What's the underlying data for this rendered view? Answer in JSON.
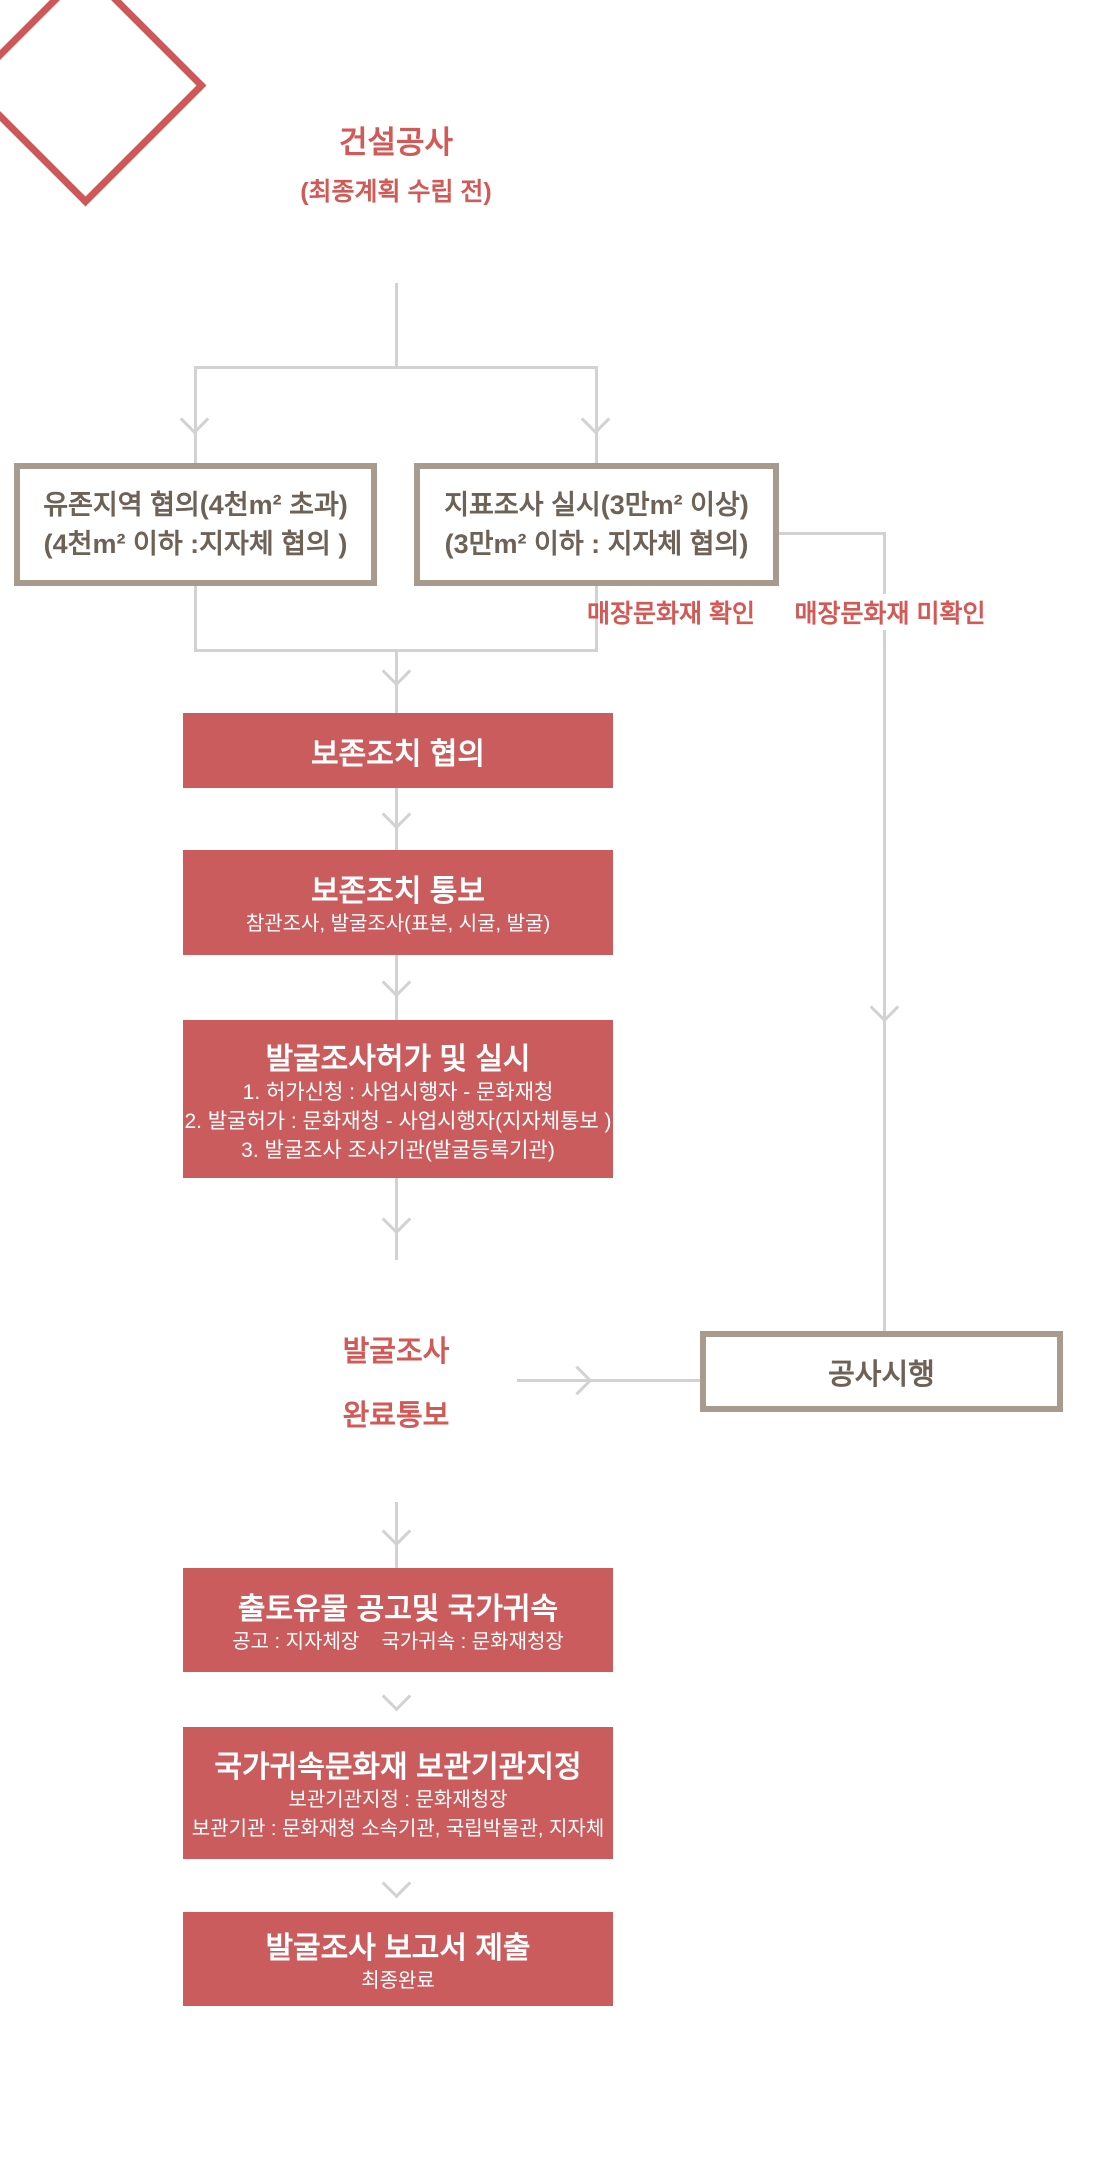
{
  "palette": {
    "red": "#CB5C5D",
    "red-border": "#CE5758",
    "red-label": "#D25955",
    "taupe": "#A89B8D",
    "brown": "#6E6156",
    "line": "#D2D2D2"
  },
  "flow": {
    "start": {
      "title": "건설공사",
      "subtitle": "(최종계획 수립 전)"
    },
    "left_box": {
      "line1": "유존지역 협의(4천m² 초과)",
      "line2": "(4천m² 이하 :지자체 협의 )"
    },
    "right_box": {
      "line1": "지표조사 실시(3만m² 이상)",
      "line2": "(3만m² 이하 : 지자체 협의)"
    },
    "labels": {
      "confirmed": "매장문화재 확인",
      "not_confirmed": "매장문화재 미확인"
    },
    "steps": [
      {
        "title": "보존조치 협의"
      },
      {
        "title": "보존조치 통보",
        "subs": [
          "참관조사, 발굴조사(표본, 시굴, 발굴)"
        ]
      },
      {
        "title": "발굴조사허가 및 실시",
        "subs": [
          "1. 허가신청 : 사업시행자 - 문화재청",
          "2. 발굴허가 : 문화재청 - 사업시행자(지자체통보 )",
          "3. 발굴조사 조사기관(발굴등록기관)"
        ]
      },
      {
        "title": "출토유물 공고및 국가귀속",
        "subs": [
          "공고 : 지자체장    국가귀속 : 문화재청장"
        ]
      },
      {
        "title": "국가귀속문화재 보관기관지정",
        "subs": [
          "보관기관지정 : 문화재청장",
          "보관기관 : 문화재청 소속기관, 국립박물관, 지자체"
        ]
      },
      {
        "title": "발굴조사 보고서 제출",
        "subs": [
          "최종완료"
        ]
      }
    ],
    "decision": {
      "line1": "발굴조사",
      "line2": "완료통보"
    },
    "construction": {
      "label": "공사시행"
    }
  }
}
